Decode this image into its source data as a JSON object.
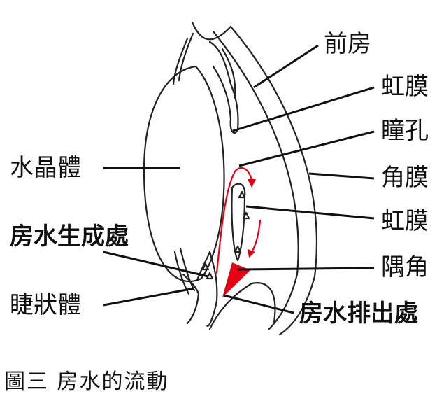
{
  "labels": {
    "anterior_chamber": "前房",
    "iris_top": "虹膜",
    "pupil": "瞳孔",
    "lens": "水晶體",
    "cornea": "角膜",
    "iris_bottom": "虹膜",
    "production_site": "房水生成處",
    "angle": "隅角",
    "ciliary_body": "睫狀體",
    "drainage_site": "房水排出處"
  },
  "caption": "圖三 房水的流動",
  "colors": {
    "line": "#222222",
    "flow": "#e60012"
  }
}
